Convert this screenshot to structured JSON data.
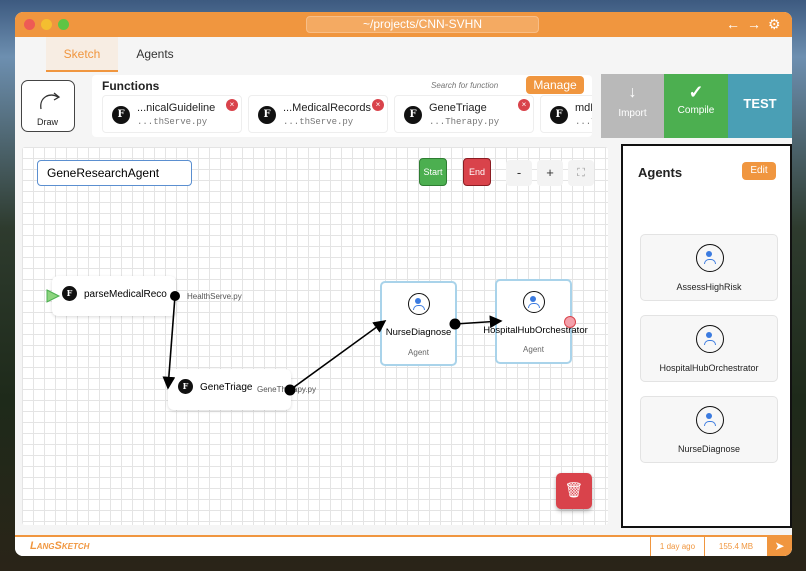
{
  "window": {
    "title": "~/projects/CNN-SVHN",
    "icons": [
      "arrow-left-icon",
      "arrow-right-icon",
      "gear-icon"
    ]
  },
  "tabs": [
    {
      "label": "Sketch",
      "active": true
    },
    {
      "label": "Agents",
      "active": false
    }
  ],
  "draw": {
    "label": "Draw"
  },
  "functions": {
    "title": "Functions",
    "search_placeholder": "Search for function",
    "manage_label": "Manage",
    "items": [
      {
        "name": "...nicalGuideline",
        "file": "...thServe.py"
      },
      {
        "name": "...MedicalRecords",
        "file": "...thServe.py"
      },
      {
        "name": "GeneTriage",
        "file": "...Therapy.py"
      },
      {
        "name": "mdF",
        "file": "...T"
      }
    ]
  },
  "actions": {
    "import": "Import",
    "compile": "Compile",
    "test": "TEST"
  },
  "canvas": {
    "agent_name": "GeneResearchAgent",
    "start": "Start",
    "end": "End",
    "zoom_out": "-",
    "zoom_in": "+",
    "nodes": {
      "parse": {
        "name": "parseMedicalReco",
        "file": "HealthServe.py"
      },
      "triage": {
        "name": "GeneTriage",
        "file": "GeneTherapy.py"
      },
      "nurse": {
        "name": "NurseDiagnose",
        "type": "Agent"
      },
      "hub": {
        "name": "HospitalHubOrchestrator",
        "type": "Agent"
      }
    }
  },
  "agents_panel": {
    "title": "Agents",
    "edit": "Edit",
    "items": [
      "AssessHighRisk",
      "HospitalHubOrchestrator",
      "NurseDiagnose"
    ]
  },
  "footer": {
    "brand": "LangSketch",
    "updated": "1 day ago",
    "size": "155.4 MB"
  },
  "colors": {
    "accent": "#f0963f",
    "compile": "#4caf50",
    "test": "#4a9fb5",
    "import": "#b9b9b9",
    "danger": "#d9434b"
  }
}
